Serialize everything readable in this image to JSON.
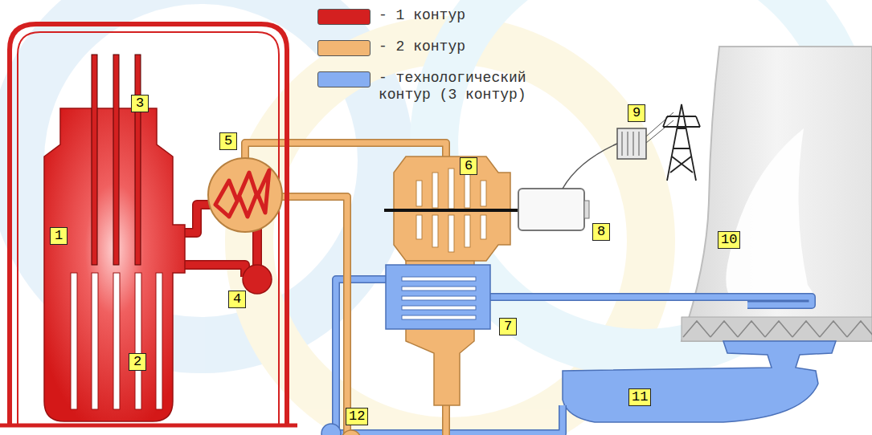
{
  "diagram": {
    "labels": [
      "3",
      "5",
      "6",
      "1",
      "4",
      "7",
      "2",
      "8",
      "9",
      "10",
      "11",
      "12"
    ],
    "legend": [
      {
        "text": "- 1 контур",
        "color": "#d42020"
      },
      {
        "text": "- 2 контур",
        "color": "#f2b673"
      },
      {
        "text": "- технологический контур (3 контур)",
        "color": "#86aef2"
      }
    ]
  }
}
